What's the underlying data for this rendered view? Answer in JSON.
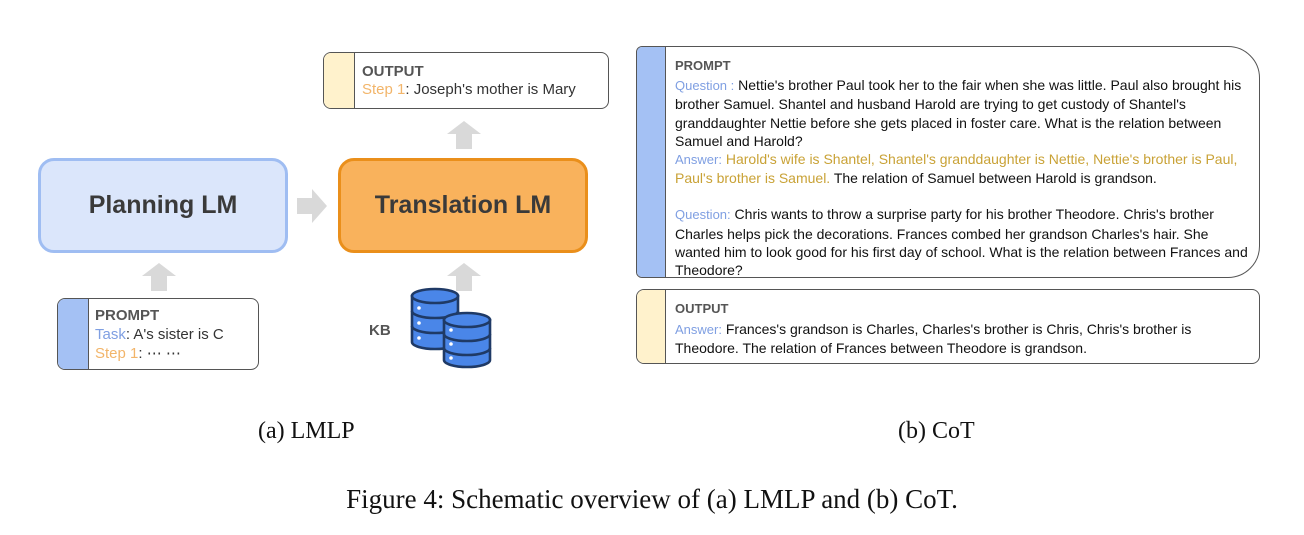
{
  "lmlp": {
    "output": {
      "header": "OUTPUT",
      "step_label": "Step 1",
      "step_text": ": Joseph's mother is Mary"
    },
    "planning_label": "Planning LM",
    "translation_label": "Translation LM",
    "prompt": {
      "header": "PROMPT",
      "task_label": "Task",
      "task_text": ": A's sister is C",
      "step_label": "Step 1",
      "step_text": ":  ⋯ ⋯"
    },
    "kb_label": "KB"
  },
  "cot": {
    "prompt": {
      "header": "PROMPT",
      "q1_label": "Question :",
      "q1_text": " Nettie's brother Paul took her to the fair when she was little. Paul also brought his brother Samuel. Shantel and husband Harold are trying to get custody of Shantel's granddaughter Nettie before she gets placed in foster care. What is the relation between Samuel and Harold?",
      "a1_label": "Answer:",
      "a1_reasoning": " Harold's wife is Shantel, Shantel's granddaughter is Nettie, Nettie's brother is Paul, Paul's brother is Samuel.",
      "a1_conclusion": " The relation of Samuel between Harold is grandson.",
      "q2_label": "Question:",
      "q2_text": " Chris wants to throw a surprise party for his brother Theodore. Chris's brother Charles helps pick the decorations. Frances combed her grandson Charles's hair. She wanted him to look good for his first day of school. What is the relation between Frances and Theodore?"
    },
    "output": {
      "header": "OUTPUT",
      "answer_label": "Answer:",
      "answer_text": " Frances's grandson is Charles, Charles's brother is Chris, Chris's brother is Theodore. The relation of Frances between Theodore is grandson."
    }
  },
  "captions": {
    "sub_a": "(a)  LMLP",
    "sub_b": "(b)  CoT",
    "figure": "Figure 4: Schematic overview of (a) LMLP and (b) CoT."
  },
  "colors": {
    "planning_fill": "#dbe6fb",
    "planning_border": "#9fbdf2",
    "translation_fill": "#f9b25c",
    "translation_border": "#ea8f1b",
    "prompt_stripe": "#a4c1f4",
    "output_stripe": "#fff2cc",
    "arrow": "#d9d9d9",
    "kb_fill": "#4a86e8",
    "kb_stroke": "#1f3a66"
  },
  "icons": [
    "arrow-up-icon",
    "arrow-right-icon",
    "database-icon"
  ]
}
